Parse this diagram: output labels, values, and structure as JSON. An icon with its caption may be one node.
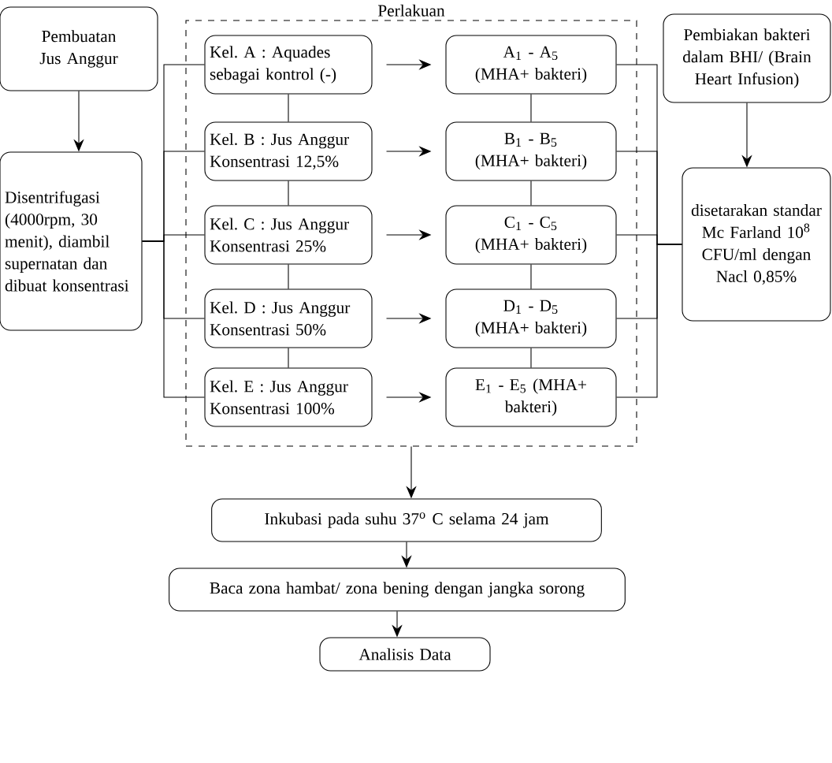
{
  "diagram": {
    "nodes": [
      {
        "text": [
          "Pembuatan Jus Anggur"
        ]
      },
      {
        "text": [
          "Disentrifugasi (4000rpm, 30 menit), diambil supernatan dan dibuat konsentrasi"
        ]
      },
      {
        "text": [
          "Perlakuan"
        ]
      },
      {
        "text": [
          "Kel. A : Aquades sebagai kontrol (-)"
        ],
        "in": 2
      },
      {
        "text": [
          "A$_{1}$ - A$_{5}$ (MHA+ bakteri)"
        ],
        "in": 2
      },
      {
        "text": [
          "Kel. B : Jus Anggur Konsentrasi 12,5%"
        ],
        "in": 2
      },
      {
        "text": [
          "B$_{1}$ - B$_{5}$ (MHA+ bakteri)"
        ],
        "in": 2
      },
      {
        "text": [
          "Kel. C : Jus Anggur Konsentrasi 25%"
        ],
        "in": 2
      },
      {
        "text": [
          "C$_{1}$ - C$_{5}$ (MHA+ bakteri)"
        ],
        "in": 2
      },
      {
        "text": [
          "Kel. D : Jus Anggur Konsentrasi 50%"
        ],
        "in": 2
      },
      {
        "text": [
          "D$_{1}$ - D$_{5}$ (MHA+ bakteri)"
        ],
        "in": 2
      },
      {
        "text": [
          "Kel. E : Jus Anggur Konsentrasi 100%"
        ],
        "in": 2
      },
      {
        "text": [
          "E$_{1}$ - E$_{5}$ (MHA+ bakteri)"
        ],
        "in": 2
      },
      {
        "text": [
          "Pembiakan bakteri dalam BHI/ (Brain Heart Infusion)"
        ]
      },
      {
        "text": [
          "disetarakan standar Mc Farland 10$^{8}$ CFU/ml dengan Nacl 0,85%"
        ]
      },
      {
        "text": [
          "Inkubasi pada suhu 37$^{o}$ C selama 24 jam"
        ]
      },
      {
        "text": [
          "Baca zona hambat/ zona bening dengan jangka sorong"
        ]
      },
      {
        "text": [
          "Analisis Data"
        ]
      }
    ],
    "edges": [
      {
        "from": 0,
        "to": 1,
        "arrow": "to"
      },
      {
        "from": 1,
        "to": 3,
        "arrow": "none"
      },
      {
        "from": 1,
        "to": 5,
        "arrow": "none"
      },
      {
        "from": 1,
        "to": 7,
        "arrow": "none"
      },
      {
        "from": 1,
        "to": 9,
        "arrow": "none"
      },
      {
        "from": 1,
        "to": 11,
        "arrow": "none"
      },
      {
        "from": 3,
        "to": 4,
        "arrow": "to"
      },
      {
        "from": 5,
        "to": 6,
        "arrow": "to"
      },
      {
        "from": 7,
        "to": 8,
        "arrow": "to"
      },
      {
        "from": 9,
        "to": 10,
        "arrow": "to"
      },
      {
        "from": 11,
        "to": 12,
        "arrow": "to"
      },
      {
        "from": 3,
        "to": 5,
        "arrow": "none"
      },
      {
        "from": 5,
        "to": 7,
        "arrow": "none"
      },
      {
        "from": 7,
        "to": 9,
        "arrow": "none"
      },
      {
        "from": 9,
        "to": 11,
        "arrow": "none"
      },
      {
        "from": 4,
        "to": 6,
        "arrow": "none"
      },
      {
        "from": 6,
        "to": 8,
        "arrow": "none"
      },
      {
        "from": 8,
        "to": 10,
        "arrow": "none"
      },
      {
        "from": 10,
        "to": 12,
        "arrow": "none"
      },
      {
        "from": 4,
        "to": 14,
        "arrow": "none"
      },
      {
        "from": 6,
        "to": 14,
        "arrow": "none"
      },
      {
        "from": 8,
        "to": 14,
        "arrow": "none"
      },
      {
        "from": 10,
        "to": 14,
        "arrow": "none"
      },
      {
        "from": 12,
        "to": 14,
        "arrow": "none"
      },
      {
        "from": 13,
        "to": 14,
        "arrow": "to"
      },
      {
        "from": 2,
        "to": 15,
        "arrow": "to"
      },
      {
        "from": 15,
        "to": 16,
        "arrow": "to"
      },
      {
        "from": 16,
        "to": 17,
        "arrow": "to"
      }
    ]
  }
}
